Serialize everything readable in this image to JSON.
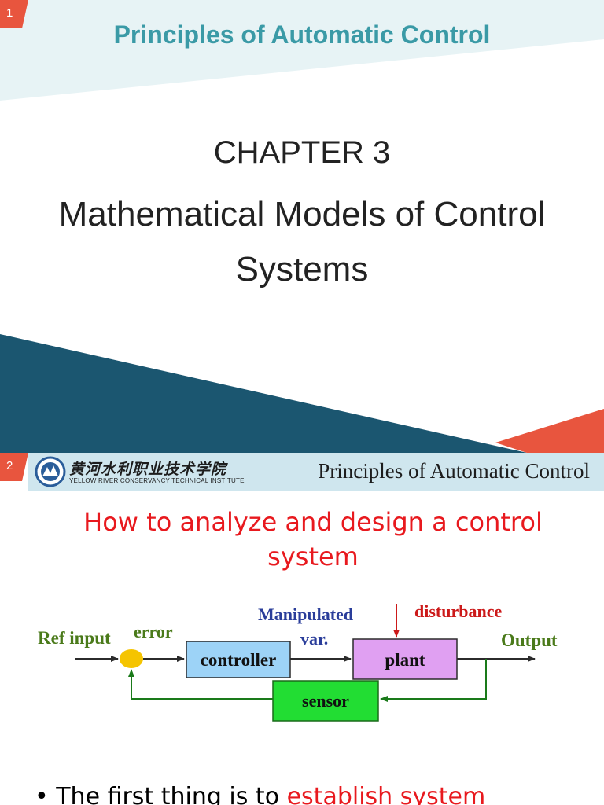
{
  "slide1": {
    "number": "1",
    "header": "Principles of Automatic Control",
    "chapter": "CHAPTER 3",
    "title": "Mathematical Models of Control Systems",
    "colors": {
      "header_text": "#3a9aa6",
      "band_light": "#e7f3f5",
      "band_dark": "#1b5670",
      "accent": "#e8553e"
    }
  },
  "slide2": {
    "number": "2",
    "institute_cn": "黄河水利职业技术学院",
    "institute_en": "YELLOW RIVER CONSERVANCY TECHNICAL INSTITUTE",
    "banner_title": "Principles of Automatic Control",
    "heading_line1": "How to analyze and design a control",
    "heading_line2": "system",
    "diagram": {
      "ref_input": "Ref input",
      "error": "error",
      "manipulated": "Manipulated",
      "var": "var.",
      "disturbance": "disturbance",
      "output": "Output",
      "controller": "controller",
      "plant": "plant",
      "sensor": "sensor"
    },
    "bullet_start": "The first thing is to ",
    "bullet_red": "establish system",
    "colors": {
      "heading": "#e8191e",
      "controller_box": "#9dd3f7",
      "plant_box": "#e0a0f2",
      "sensor_box": "#22dd33",
      "junction": "#f5c400"
    }
  }
}
